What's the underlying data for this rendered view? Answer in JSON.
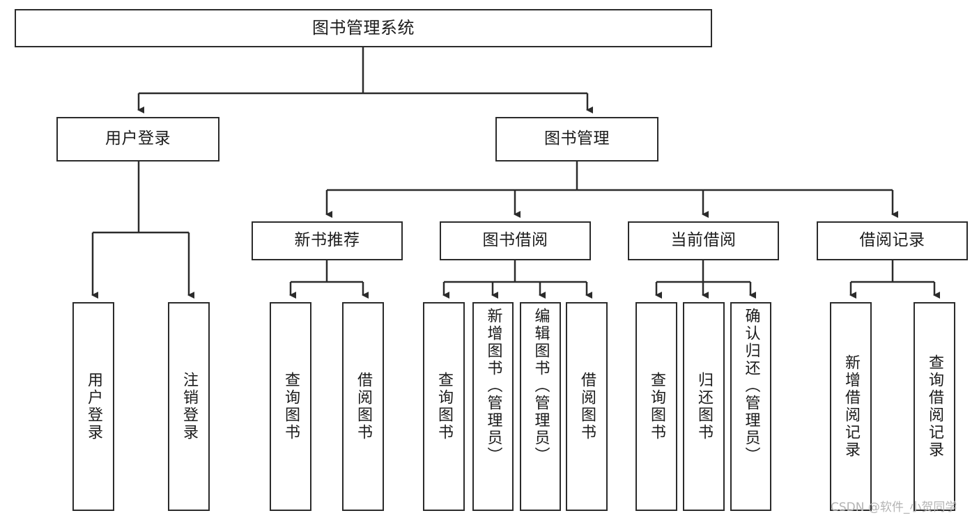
{
  "diagram": {
    "type": "tree",
    "title": "图书管理系统",
    "watermark": "CSDN @软件_小贺同学",
    "colors": {
      "background": "#ffffff",
      "box_border": "#2b2b2b",
      "box_fill": "#ffffff",
      "connector": "#2b2b2b",
      "text": "#1b1b1b",
      "watermark": "#b4b4b4"
    },
    "nodes": {
      "root": {
        "label": "图书管理系统"
      },
      "level2": [
        {
          "label": "用户登录"
        },
        {
          "label": "图书管理"
        }
      ],
      "level3": [
        {
          "label": "新书推荐"
        },
        {
          "label": "图书借阅"
        },
        {
          "label": "当前借阅"
        },
        {
          "label": "借阅记录"
        }
      ],
      "leaves_user_login": [
        {
          "label": "用户登录"
        },
        {
          "label": "注销登录"
        }
      ],
      "leaves_new_book": [
        {
          "label": "查询图书"
        },
        {
          "label": "借阅图书"
        }
      ],
      "leaves_book_borrow": [
        {
          "label": "查询图书"
        },
        {
          "label": "新增图书（管理员）"
        },
        {
          "label": "编辑图书（管理员）"
        },
        {
          "label": "借阅图书"
        }
      ],
      "leaves_current_borrow": [
        {
          "label": "查询图书"
        },
        {
          "label": "归还图书"
        },
        {
          "label": "确认归还（管理员）"
        }
      ],
      "leaves_borrow_record": [
        {
          "label": "新增借阅记录"
        },
        {
          "label": "查询借阅记录"
        }
      ]
    }
  }
}
